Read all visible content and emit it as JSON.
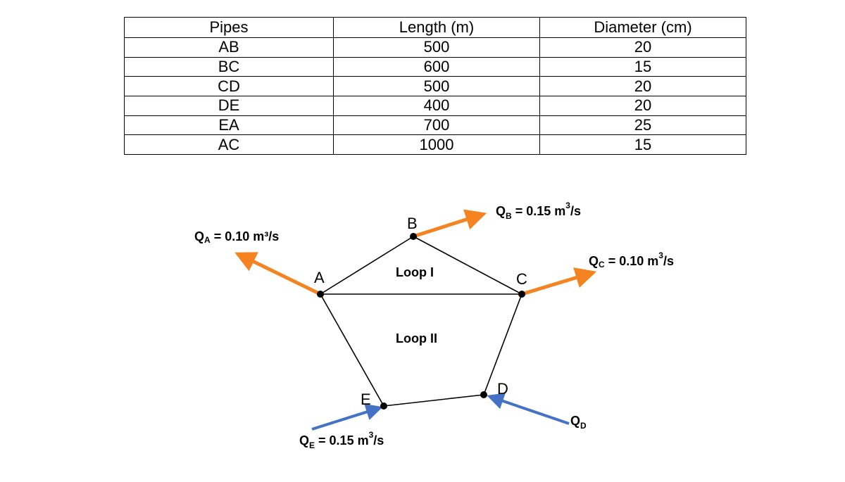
{
  "table": {
    "headers": [
      "Pipes",
      "Length (m)",
      "Diameter (cm)"
    ],
    "rows": [
      [
        "AB",
        "500",
        "20"
      ],
      [
        "BC",
        "600",
        "15"
      ],
      [
        "CD",
        "500",
        "20"
      ],
      [
        "DE",
        "400",
        "20"
      ],
      [
        "EA",
        "700",
        "25"
      ],
      [
        "AC",
        "1000",
        "15"
      ]
    ]
  },
  "nodes": {
    "A": "A",
    "B": "B",
    "C": "C",
    "D": "D",
    "E": "E"
  },
  "loops": {
    "loop1": "Loop I",
    "loop2": "Loop II"
  },
  "flows": {
    "qa": {
      "q": "Q",
      "sub": "A",
      "text": " = 0.10 m³/s"
    },
    "qb": {
      "q": "Q",
      "sub": "B",
      "text": " = 0.15 m",
      "sup": "3",
      "tail": "/s"
    },
    "qc": {
      "q": "Q",
      "sub": "C",
      "text": " = 0.10 m",
      "sup": "3",
      "tail": "/s"
    },
    "qd": {
      "q": "Q",
      "sub": "D"
    },
    "qe": {
      "q": "Q",
      "sub": "E",
      "text": " = 0.15 m",
      "sup": "3",
      "tail": "/s"
    }
  },
  "colors": {
    "outflow_arrow": "#F5831F",
    "inflow_arrow": "#4472C4",
    "pipe_line": "#000000"
  }
}
